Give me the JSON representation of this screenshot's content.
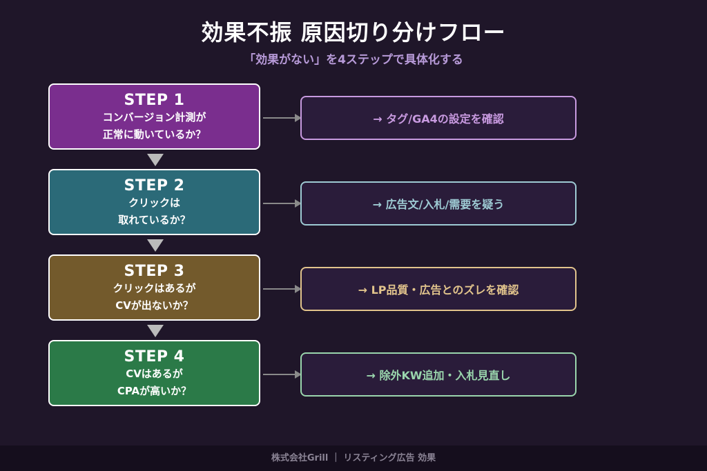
{
  "title": "効果不振 原因切り分けフロー",
  "subtitle": "「効果がない」を4ステップで具体化する",
  "steps": [
    {
      "label": "STEP 1",
      "line1": "コンバージョン計測が",
      "line2": "正常に動いているか？",
      "color": "#7a2e8e",
      "action": "→ タグ/GA4の設定を確認",
      "action_color": "#c89ae0"
    },
    {
      "label": "STEP 2",
      "line1": "クリックは",
      "line2": "取れているか？",
      "color": "#2b6a78",
      "action": "→ 広告文/入札/需要を疑う",
      "action_color": "#9ecbd4"
    },
    {
      "label": "STEP 3",
      "line1": "クリックはあるが",
      "line2": "CVが出ないか？",
      "color": "#735a2c",
      "action": "→ LP品質・広告とのズレを確認",
      "action_color": "#e2c48c"
    },
    {
      "label": "STEP 4",
      "line1": "CVはあるが",
      "line2": "CPAが高いか？",
      "color": "#2b7a48",
      "action": "→ 除外KW追加・入札見直し",
      "action_color": "#9ad6ad"
    }
  ],
  "footer": "株式会社Grill ｜ リスティング広告 効果"
}
